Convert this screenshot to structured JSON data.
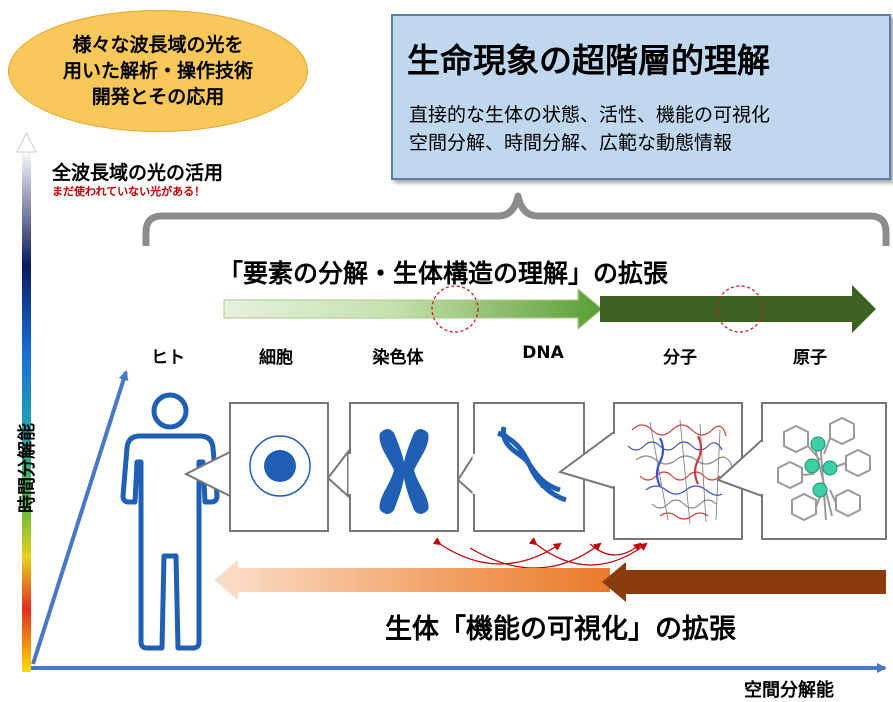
{
  "ellipse": {
    "lines": [
      "様々な波長域の光を",
      "用いた解析・操作技術",
      "開発とその応用"
    ]
  },
  "title_box": {
    "title": "生命現象の超階層的理解",
    "lines": [
      "直接的な生体の状態、活性、機能の可視化",
      "空間分解、時間分解、広範な動態情報"
    ]
  },
  "left_title": "全波長域の光の活用",
  "left_note": "まだ使われていない光がある！",
  "expansion_top": "「要素の分解・生体構造の理解」の拡張",
  "expansion_bottom": "生体「機能の可視化」の拡張",
  "categories": [
    "ヒト",
    "細胞",
    "染色体",
    "DNA",
    "分子",
    "原子"
  ],
  "axes": {
    "y_label": "時間分解能",
    "x_label": "空間分解能"
  },
  "colors": {
    "ellipse_fill": "#f9c85a",
    "title_box_fill": "#bfd8ee",
    "arrow_green_light": "#d9ecc8",
    "arrow_green_mid": "#63a83c",
    "arrow_green_dark": "#3b6123",
    "arrow_orange_light": "#f7c9a4",
    "arrow_orange_mid": "#ee8a3e",
    "arrow_brown": "#8a3c0f",
    "blue_icon": "#1f5fb4",
    "axis_blue": "#4a78c8",
    "note_red": "#c00000"
  }
}
